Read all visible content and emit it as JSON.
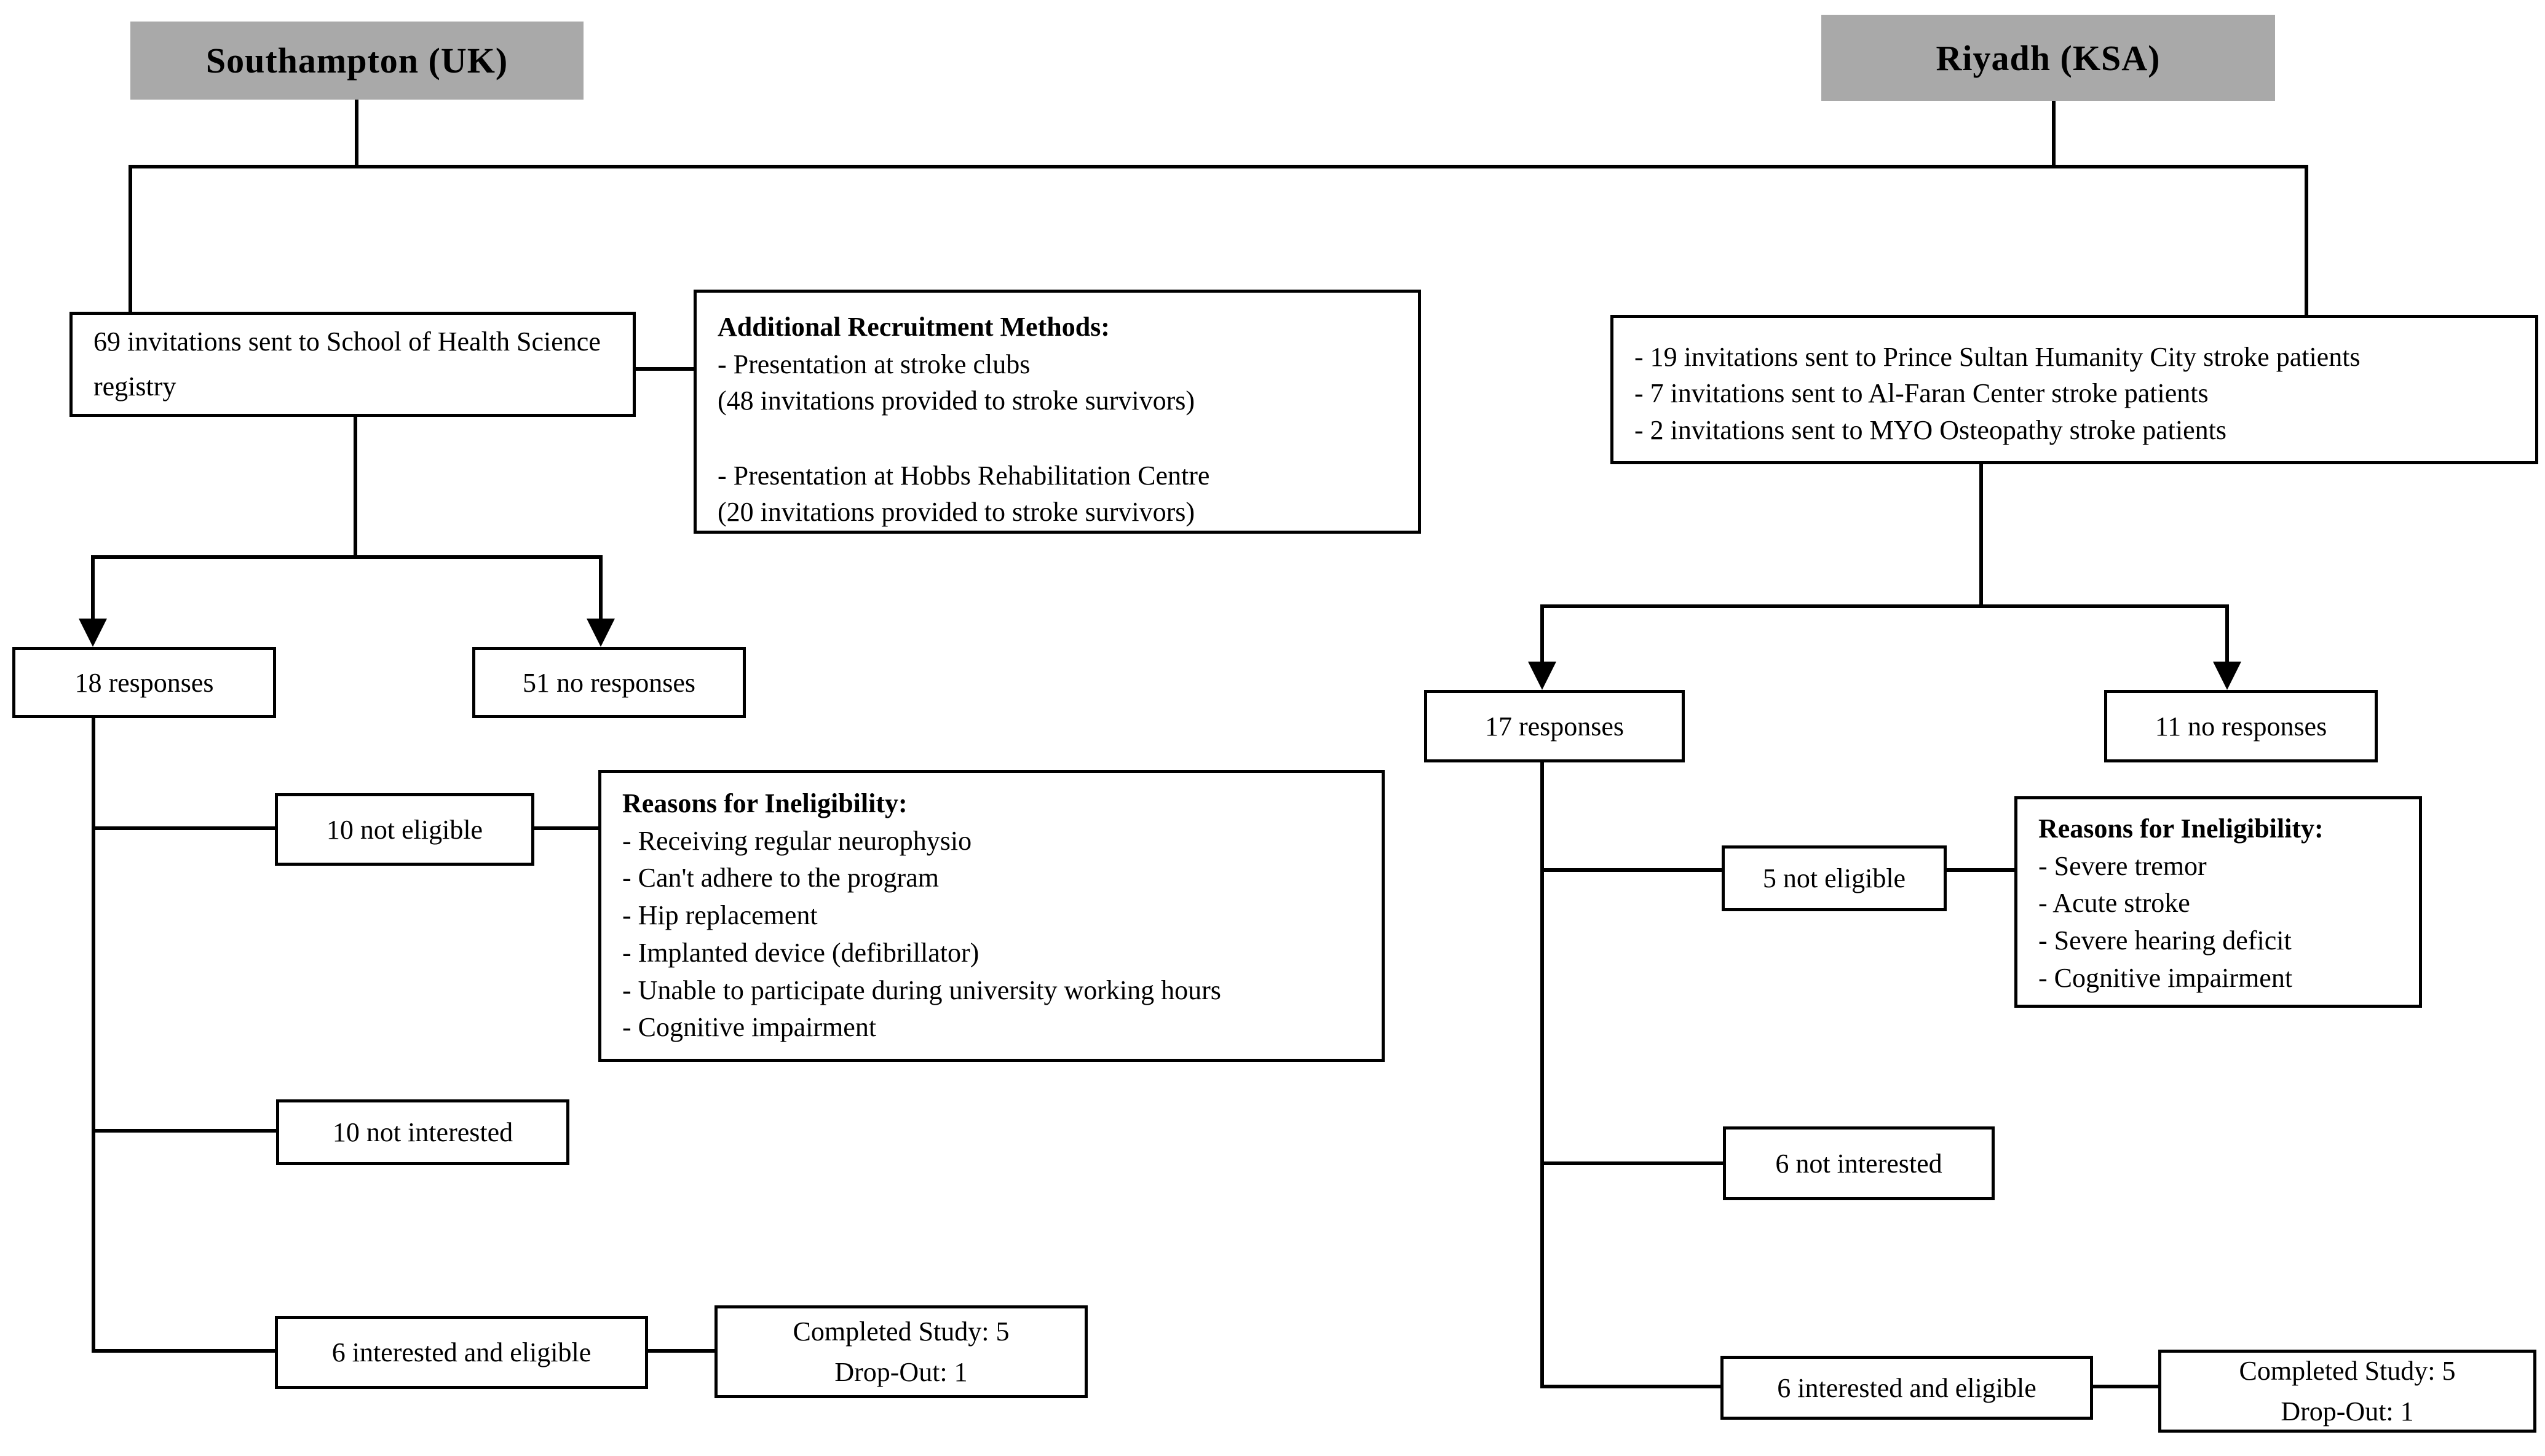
{
  "colors": {
    "header_bg": "#a9a9a9",
    "line": "#000000",
    "box_bg": "#ffffff",
    "text": "#000000"
  },
  "southampton": {
    "header": "Southampton (UK)",
    "registry": "69 invitations sent to School of Health Science registry",
    "additional": {
      "title": "Additional Recruitment Methods:",
      "lines": [
        "- Presentation at stroke clubs",
        "(48 invitations provided to stroke survivors)",
        "- Presentation at Hobbs Rehabilitation Centre",
        "(20 invitations provided to stroke survivors)"
      ]
    },
    "responses": "18 responses",
    "no_responses": "51 no responses",
    "not_eligible": "10 not eligible",
    "ineligibility": {
      "title": "Reasons for Ineligibility:",
      "reasons": [
        "- Receiving regular neurophysio",
        "- Can't adhere to the program",
        "- Hip replacement",
        "- Implanted device (defibrillator)",
        "- Unable to participate during university working hours",
        "- Cognitive impairment"
      ]
    },
    "not_interested": "10 not interested",
    "interested": "6 interested and eligible",
    "outcome": {
      "completed": "Completed Study: 5",
      "dropout": "Drop-Out: 1"
    }
  },
  "riyadh": {
    "header": "Riyadh (KSA)",
    "invitations": [
      "- 19 invitations sent to Prince Sultan Humanity City stroke patients",
      "- 7 invitations sent to Al-Faran Center stroke patients",
      "- 2 invitations sent to MYO Osteopathy stroke patients"
    ],
    "responses": "17 responses",
    "no_responses": "11 no responses",
    "not_eligible": "5 not eligible",
    "ineligibility": {
      "title": "Reasons for Ineligibility:",
      "reasons": [
        "- Severe tremor",
        "- Acute stroke",
        "- Severe hearing deficit",
        "- Cognitive impairment"
      ]
    },
    "not_interested": "6 not interested",
    "interested": "6 interested and eligible",
    "outcome": {
      "completed": "Completed Study: 5",
      "dropout": "Drop-Out: 1"
    }
  }
}
